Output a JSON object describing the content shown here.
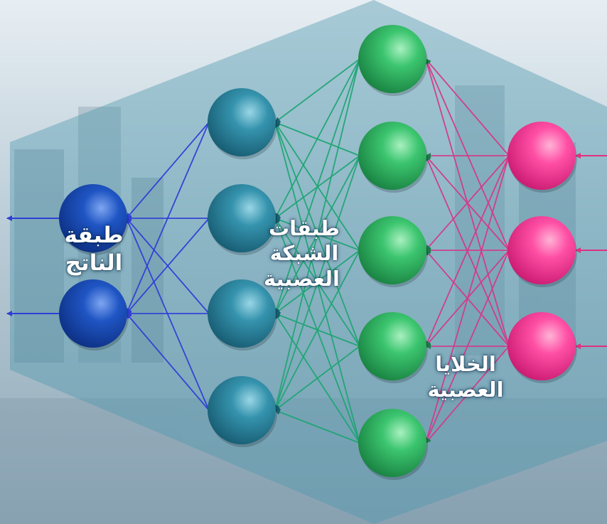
{
  "labels": {
    "output_layer": [
      "طبقة",
      "الناتج"
    ],
    "network_layers": [
      "طبقات",
      "الشبكة",
      "العصبية"
    ],
    "neurons": [
      "الخلايا",
      "العصبية"
    ]
  },
  "layers": [
    {
      "role": "input",
      "count": 3,
      "color": "#ff3d9a"
    },
    {
      "role": "hidden-2",
      "count": 5,
      "color": "#33c06a"
    },
    {
      "role": "hidden-1",
      "count": 4,
      "color": "#2f8ea8"
    },
    {
      "role": "output",
      "count": 2,
      "color": "#1c4fc0"
    }
  ],
  "colors": {
    "background_top": "#dfe9ef",
    "background_bottom": "#8aa3b3",
    "hexagon": "#4f98ad",
    "edge_input_hidden2": "#d23a8a",
    "edge_hidden2_hidden1": "#1fa574",
    "edge_hidden1_output": "#2f3fd6"
  }
}
